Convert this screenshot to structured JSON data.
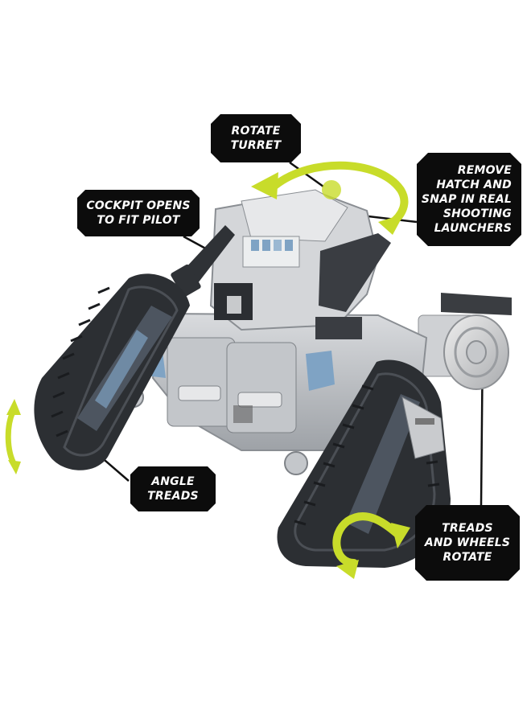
{
  "callouts": {
    "rotate_turret": "ROTATE\nTURRET",
    "cockpit": "COCKPIT OPENS\nTO FIT PILOT",
    "remove_hatch": "REMOVE\nHATCH AND\nSNAP IN REAL\nSHOOTING\nLAUNCHERS",
    "angle_treads": "ANGLE\nTREADS",
    "treads_wheels": "TREADS\nAND WHEELS\nROTATE"
  },
  "colors": {
    "accent_arrow": "#c8dc2a",
    "callout_bg": "#0c0c0c",
    "callout_text": "#ffffff",
    "body_grey": "#b9bcc0",
    "tread_dark": "#2c2f33",
    "panel_blue": "#7fa3c4"
  },
  "icons": [
    "rotate-arrow-icon",
    "angle-arrow-icon",
    "tread-rotate-arrow-icon"
  ]
}
